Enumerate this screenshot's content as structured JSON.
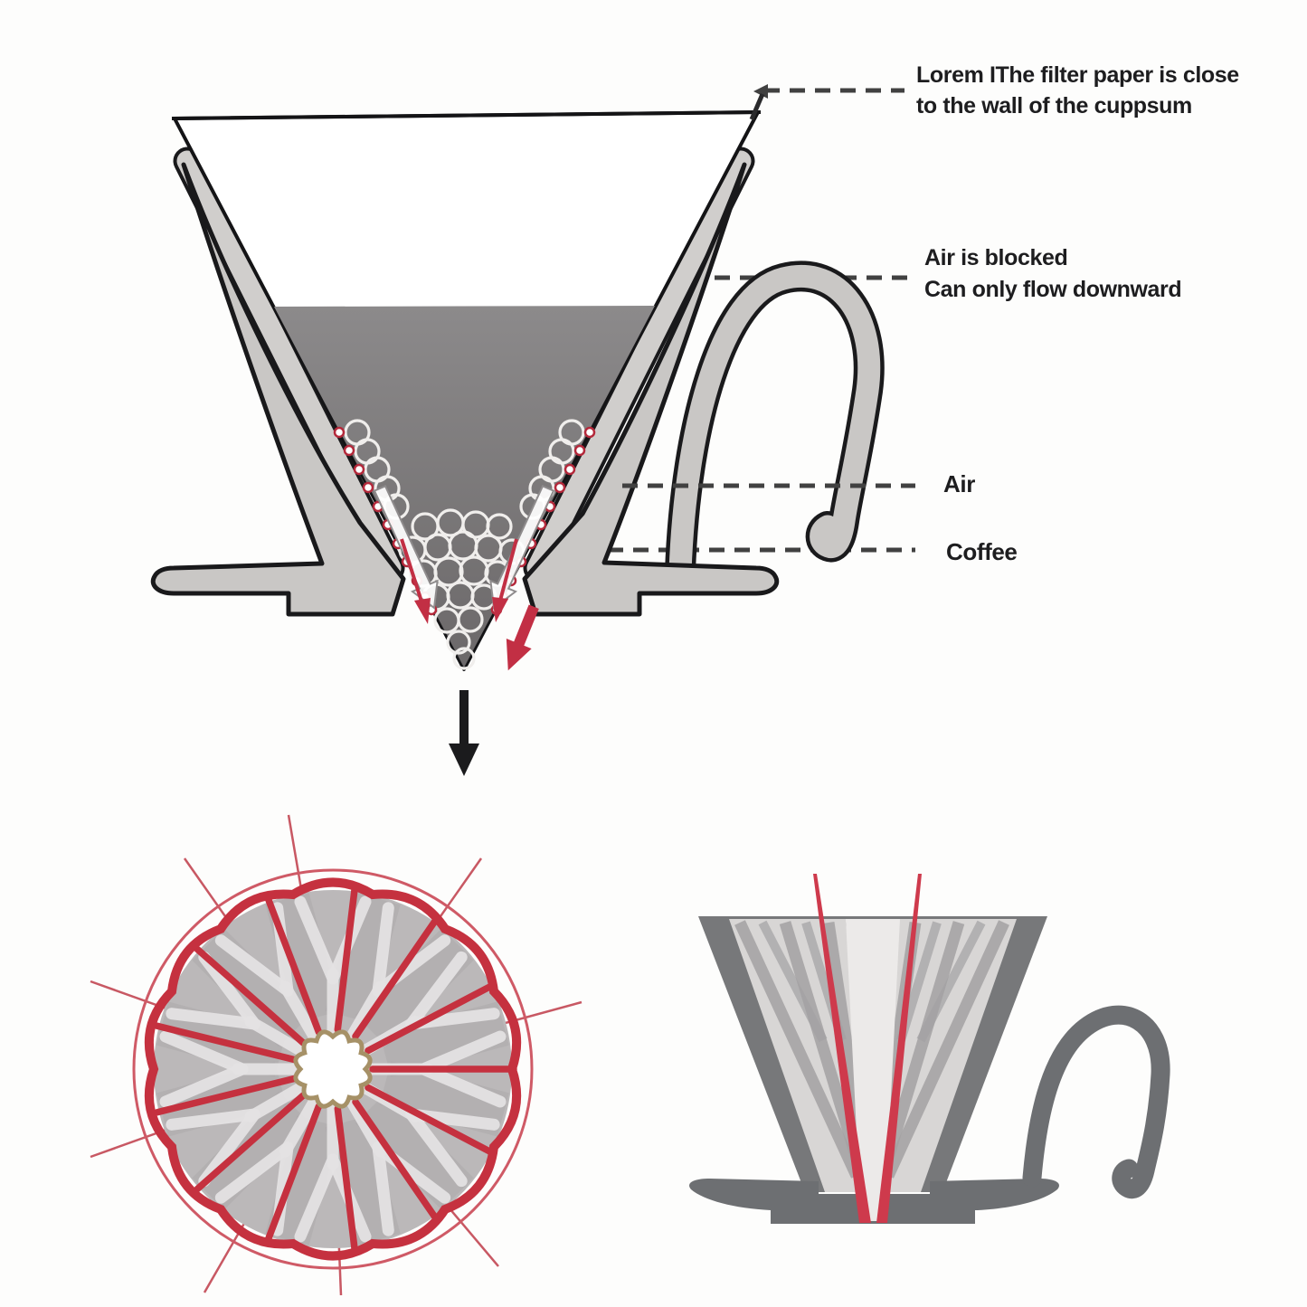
{
  "annotations": {
    "filter_note": {
      "line1": "Lorem IThe filter paper is close",
      "line2": "to the wall of the cuppsum"
    },
    "air_flow_note": {
      "line1": "Air is blocked",
      "line2": "Can only flow downward"
    },
    "air_label": "Air",
    "coffee_label": "Coffee"
  },
  "colors": {
    "accent_red": "#c5313f",
    "arrow_red": "#c22f44",
    "coffee_dark": "#6b6869",
    "coffee_light": "#8c8a8b",
    "plastic_gray": "#c9c7c5",
    "outline_black": "#141416",
    "leader_dash_gray": "#414141",
    "side_view_dark_gray": "#77787a",
    "side_view_light_gray": "#d8d6d5",
    "top_view_disc_gray": "#bbb8b9",
    "center_ring_tan": "#a69167",
    "label_text": "#1d1d1f"
  }
}
